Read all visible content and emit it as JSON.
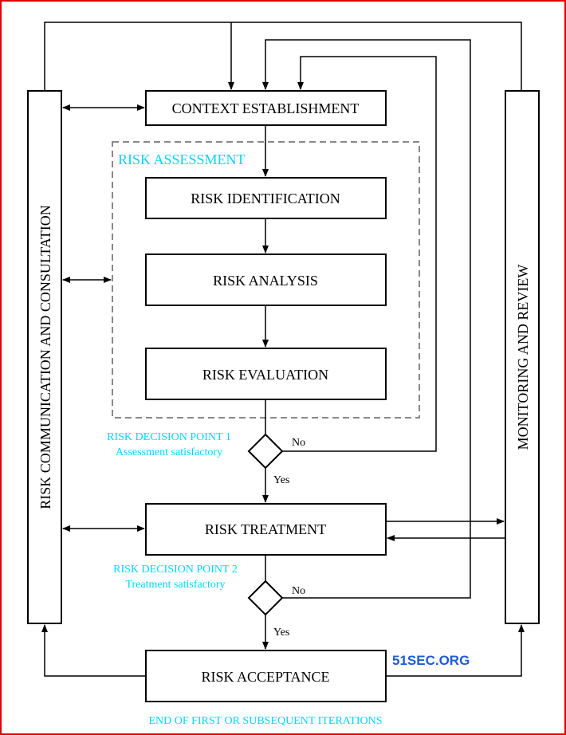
{
  "diagram": {
    "boxes": {
      "context": "CONTEXT ESTABLISHMENT",
      "identification": "RISK IDENTIFICATION",
      "analysis": "RISK ANALYSIS",
      "evaluation": "RISK EVALUATION",
      "treatment": "RISK TREATMENT",
      "acceptance": "RISK ACCEPTANCE"
    },
    "side_panels": {
      "left": "RISK COMMUNICATION AND CONSULTATION",
      "right": "MONITORING AND REVIEW"
    },
    "group_label": "RISK ASSESSMENT",
    "decision_points": [
      {
        "title": "RISK DECISION POINT 1",
        "subtitle": "Assessment satisfactory",
        "no": "No",
        "yes": "Yes"
      },
      {
        "title": "RISK DECISION POINT 2",
        "subtitle": "Treatment satisfactory",
        "no": "No",
        "yes": "Yes"
      }
    ],
    "footer": "END OF FIRST OR SUBSEQUENT ITERATIONS",
    "watermark": "51SEC.ORG",
    "colors": {
      "accent_text": "#00d8ff",
      "frame": "#e30000",
      "watermark": "#1f5bd6"
    }
  }
}
